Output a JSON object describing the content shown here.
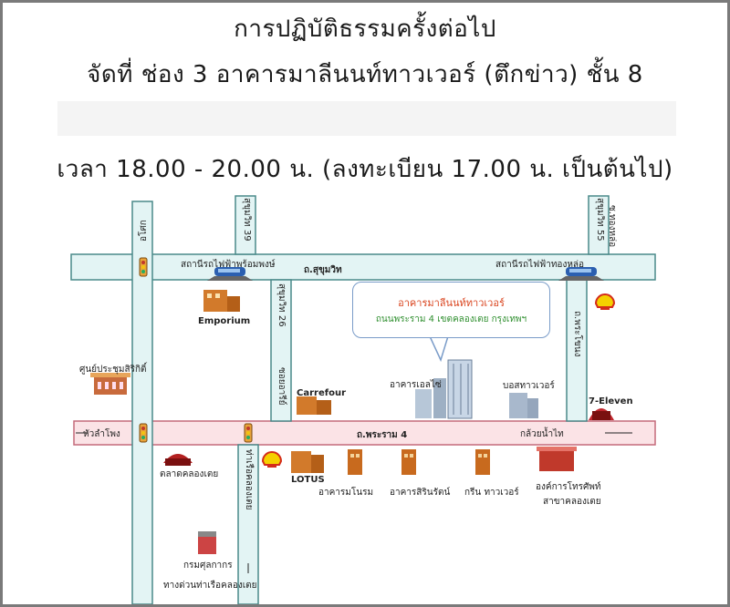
{
  "header": {
    "line1": "การปฏิบัติธรรมครั้งต่อไป",
    "line2": "จัดที่ ช่อง 3 อาคารมาลีนนท์ทาวเวอร์ (ตึกข่าว) ชั้น 8",
    "line3": "เวลา 18.00 - 20.00 น. (ลงทะเบียน 17.00 น. เป็นต้นไป)"
  },
  "map": {
    "roads": {
      "sukhumvit": "ถ.สุขุมวิท",
      "rama4": "ถ.พระราม 4",
      "soi39": "สุขุมวิท 39",
      "soi26": "สุขุมวิท 26",
      "soi55": "สุขุมวิท 55",
      "thonglor": "ซ.ทองหล่อ",
      "asok": "อโศก",
      "phrakhanong": "ถ.พระโขนง",
      "kasem": "ซอยอารีย์",
      "thalong": "ท่าเรือคลองเตย",
      "to_hualamphong": "หัวลำโพง",
      "to_kluaynamthai": "กล้วยน้ำไท"
    },
    "stations": {
      "phromphong": "สถานีรถไฟฟ้าพร้อมพงษ์",
      "thonglor": "สถานีรถไฟฟ้าทองหล่อ"
    },
    "callout": {
      "name": "อาคารมาลีนนท์ทาวเวอร์",
      "address": "ถนนพระราม 4  เขตคลองเตย  กรุงเทพฯ"
    },
    "landmarks": {
      "emporium": "Emporium",
      "carrefour": "Carrefour",
      "lotus": "LOTUS",
      "seven_eleven": "7-Eleven",
      "qsncc": "ศูนย์ประชุมสิริกิติ์",
      "klongtoey_market": "ตลาดคลองเตย",
      "customs": "กรมศุลกากร",
      "customs_pier": "ทางด่วนท่าเรือคลองเตย",
      "el_tower": "อาคารเอลไซ่",
      "bos_tower": "บอสทาวเวอร์",
      "amarin": "อาคารมโนรม",
      "sirinrat": "อาคารสิรินรัตน์",
      "green_tower": "กรีน ทาวเวอร์",
      "tot": "องค์การโทรศัพท์",
      "tot_branch": "สาขาคลองเตย"
    },
    "colors": {
      "road_fill": "#e3f4f4",
      "road_border": "#4a8a8a",
      "rama4_fill": "#fbe3e6",
      "rama4_border": "#c46a7a",
      "building": "#c86a1e"
    }
  }
}
